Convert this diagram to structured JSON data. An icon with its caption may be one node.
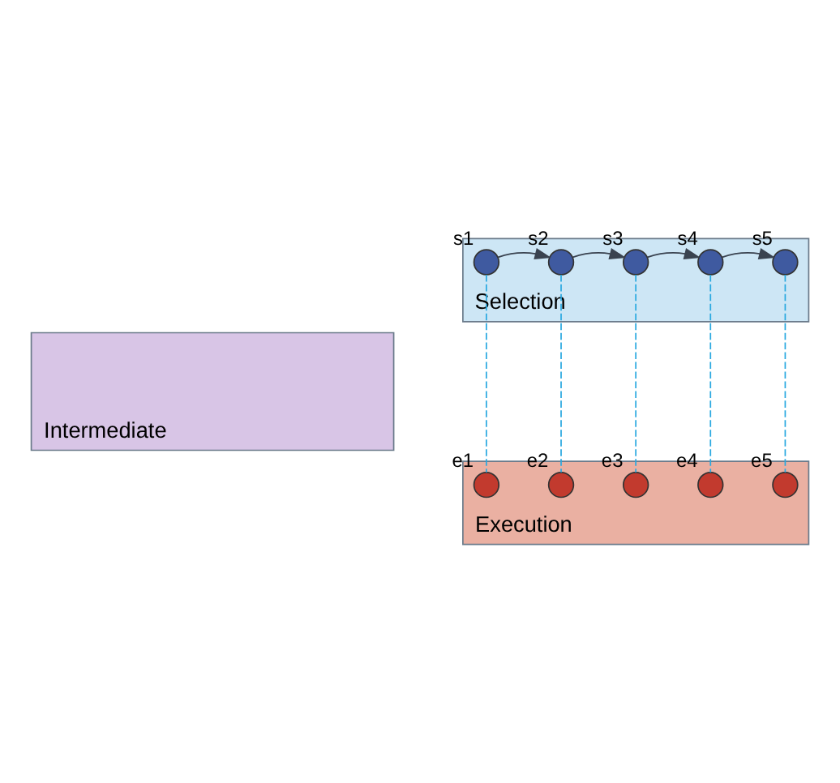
{
  "diagram": {
    "nodes": [
      {
        "text": [
          "Selection"
        ]
      },
      {
        "text": [],
        "shape": "circle",
        "beside": [
          "s1"
        ],
        "in": 0
      },
      {
        "text": [],
        "shape": "circle",
        "beside": [
          "s2"
        ],
        "in": 0
      },
      {
        "text": [],
        "shape": "circle",
        "beside": [
          "s3"
        ],
        "in": 0
      },
      {
        "text": [],
        "shape": "circle",
        "beside": [
          "s4"
        ],
        "in": 0
      },
      {
        "text": [],
        "shape": "circle",
        "beside": [
          "s5"
        ],
        "in": 0
      },
      {
        "text": [
          "Intermediate"
        ]
      },
      {
        "text": [
          "Execution"
        ]
      },
      {
        "text": [],
        "shape": "circle",
        "beside": [
          "e1"
        ],
        "in": 7
      },
      {
        "text": [],
        "shape": "circle",
        "beside": [
          "e2"
        ],
        "in": 7
      },
      {
        "text": [],
        "shape": "circle",
        "beside": [
          "e3"
        ],
        "in": 7
      },
      {
        "text": [],
        "shape": "circle",
        "beside": [
          "e4"
        ],
        "in": 7
      },
      {
        "text": [],
        "shape": "circle",
        "beside": [
          "e5"
        ],
        "in": 7
      }
    ],
    "edges": [
      {
        "from": 1,
        "to": 2,
        "arrow": "to",
        "color": "#3a4350"
      },
      {
        "from": 2,
        "to": 3,
        "arrow": "to",
        "color": "#3a4350"
      },
      {
        "from": 3,
        "to": 4,
        "arrow": "to",
        "color": "#3a4350"
      },
      {
        "from": 4,
        "to": 5,
        "arrow": "to",
        "color": "#3a4350"
      },
      {
        "from": 1,
        "to": 8,
        "arrow": "none",
        "style": "dashed",
        "color": "#29a8e0"
      },
      {
        "from": 2,
        "to": 9,
        "arrow": "none",
        "style": "dashed",
        "color": "#29a8e0"
      },
      {
        "from": 3,
        "to": 10,
        "arrow": "none",
        "style": "dashed",
        "color": "#29a8e0"
      },
      {
        "from": 4,
        "to": 11,
        "arrow": "none",
        "style": "dashed",
        "color": "#29a8e0"
      },
      {
        "from": 5,
        "to": 12,
        "arrow": "none",
        "style": "dashed",
        "color": "#29a8e0"
      }
    ]
  }
}
